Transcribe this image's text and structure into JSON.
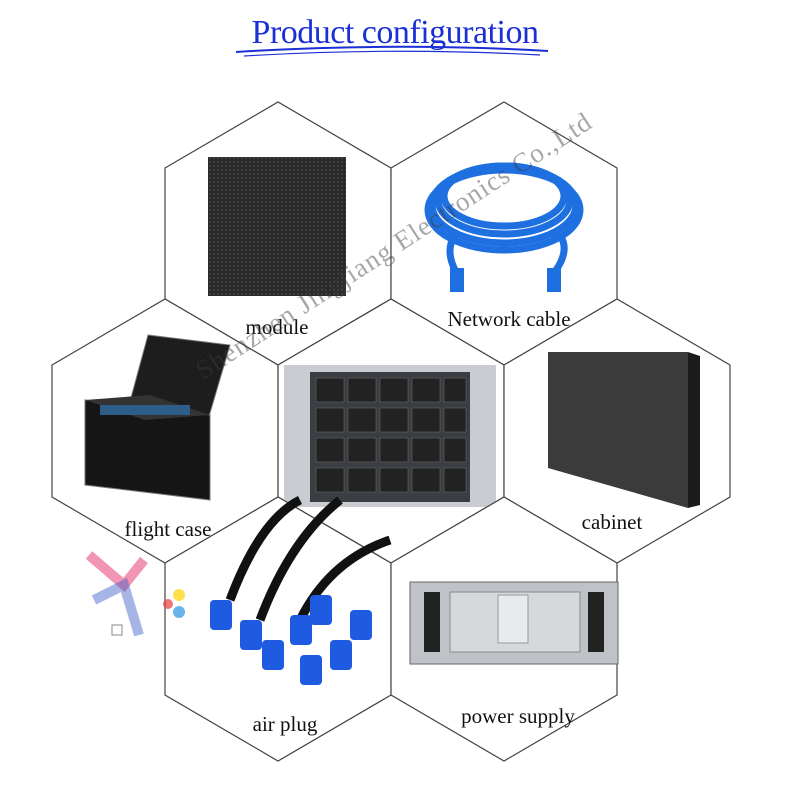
{
  "title": "Product configuration",
  "watermark": "Shenzhen Jingjiang Electronics Co.,Ltd",
  "items": [
    {
      "id": "module",
      "label": "module",
      "icon": "led-module-image"
    },
    {
      "id": "network",
      "label": "Network cable",
      "icon": "network-cable-image"
    },
    {
      "id": "flight",
      "label": "flight case",
      "icon": "flight-case-image"
    },
    {
      "id": "center",
      "label": "",
      "icon": "led-screen-assembly-image"
    },
    {
      "id": "cabinet",
      "label": "cabinet",
      "icon": "cabinet-image"
    },
    {
      "id": "airplug",
      "label": "air plug",
      "icon": "air-plug-image"
    },
    {
      "id": "power",
      "label": "power supply",
      "icon": "power-supply-image"
    }
  ],
  "colors": {
    "title": "#1a2fd6",
    "hex_stroke": "#444444",
    "cable": "#1e6fe0"
  }
}
